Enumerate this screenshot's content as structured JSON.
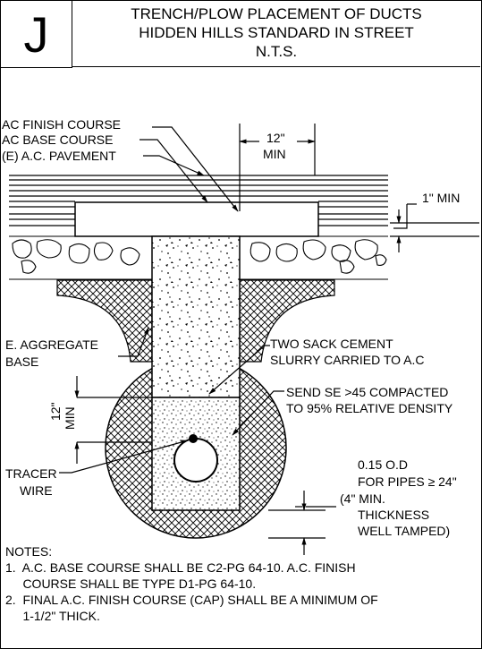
{
  "header": {
    "letter": "J",
    "title_line1": "TRENCH/PLOW PLACEMENT OF DUCTS",
    "title_line2": "HIDDEN HILLS STANDARD IN STREET",
    "title_line3": "N.T.S."
  },
  "labels": {
    "ac_finish": "AC FINISH COURSE",
    "ac_base": "AC BASE COURSE",
    "e_pavement": "(E) A.C. PAVEMENT",
    "dim_12_top_a": "12\"",
    "dim_12_top_b": "MIN",
    "one_inch_min": "1\" MIN",
    "e_aggregate_a": "E. AGGREGATE",
    "e_aggregate_b": "BASE",
    "two_sack_a": "TWO SACK CEMENT",
    "two_sack_b": "SLURRY CARRIED TO A.C",
    "send_se_a": "SEND SE >45 COMPACTED",
    "send_se_b": "TO 95% RELATIVE DENSITY",
    "dim_12_side_a": "12\"",
    "dim_12_side_b": "MIN",
    "tracer_a": "TRACER",
    "tracer_b": "WIRE",
    "od_a": "0.15 O.D",
    "od_b": "FOR PIPES ≥ 24\"",
    "od_c": "(4\" MIN.",
    "od_d": "THICKNESS",
    "od_e": "WELL TAMPED)"
  },
  "notes": {
    "heading": "NOTES:",
    "n1_a": "1.  A.C. BASE COURSE SHALL BE C2-PG 64-10. A.C. FINISH",
    "n1_b": "     COURSE SHALL BE TYPE D1-PG 64-10.",
    "n2_a": "2.  FINAL A.C. FINISH COURSE (CAP) SHALL BE A MINIMUM OF",
    "n2_b": "     1-1/2\" THICK."
  }
}
